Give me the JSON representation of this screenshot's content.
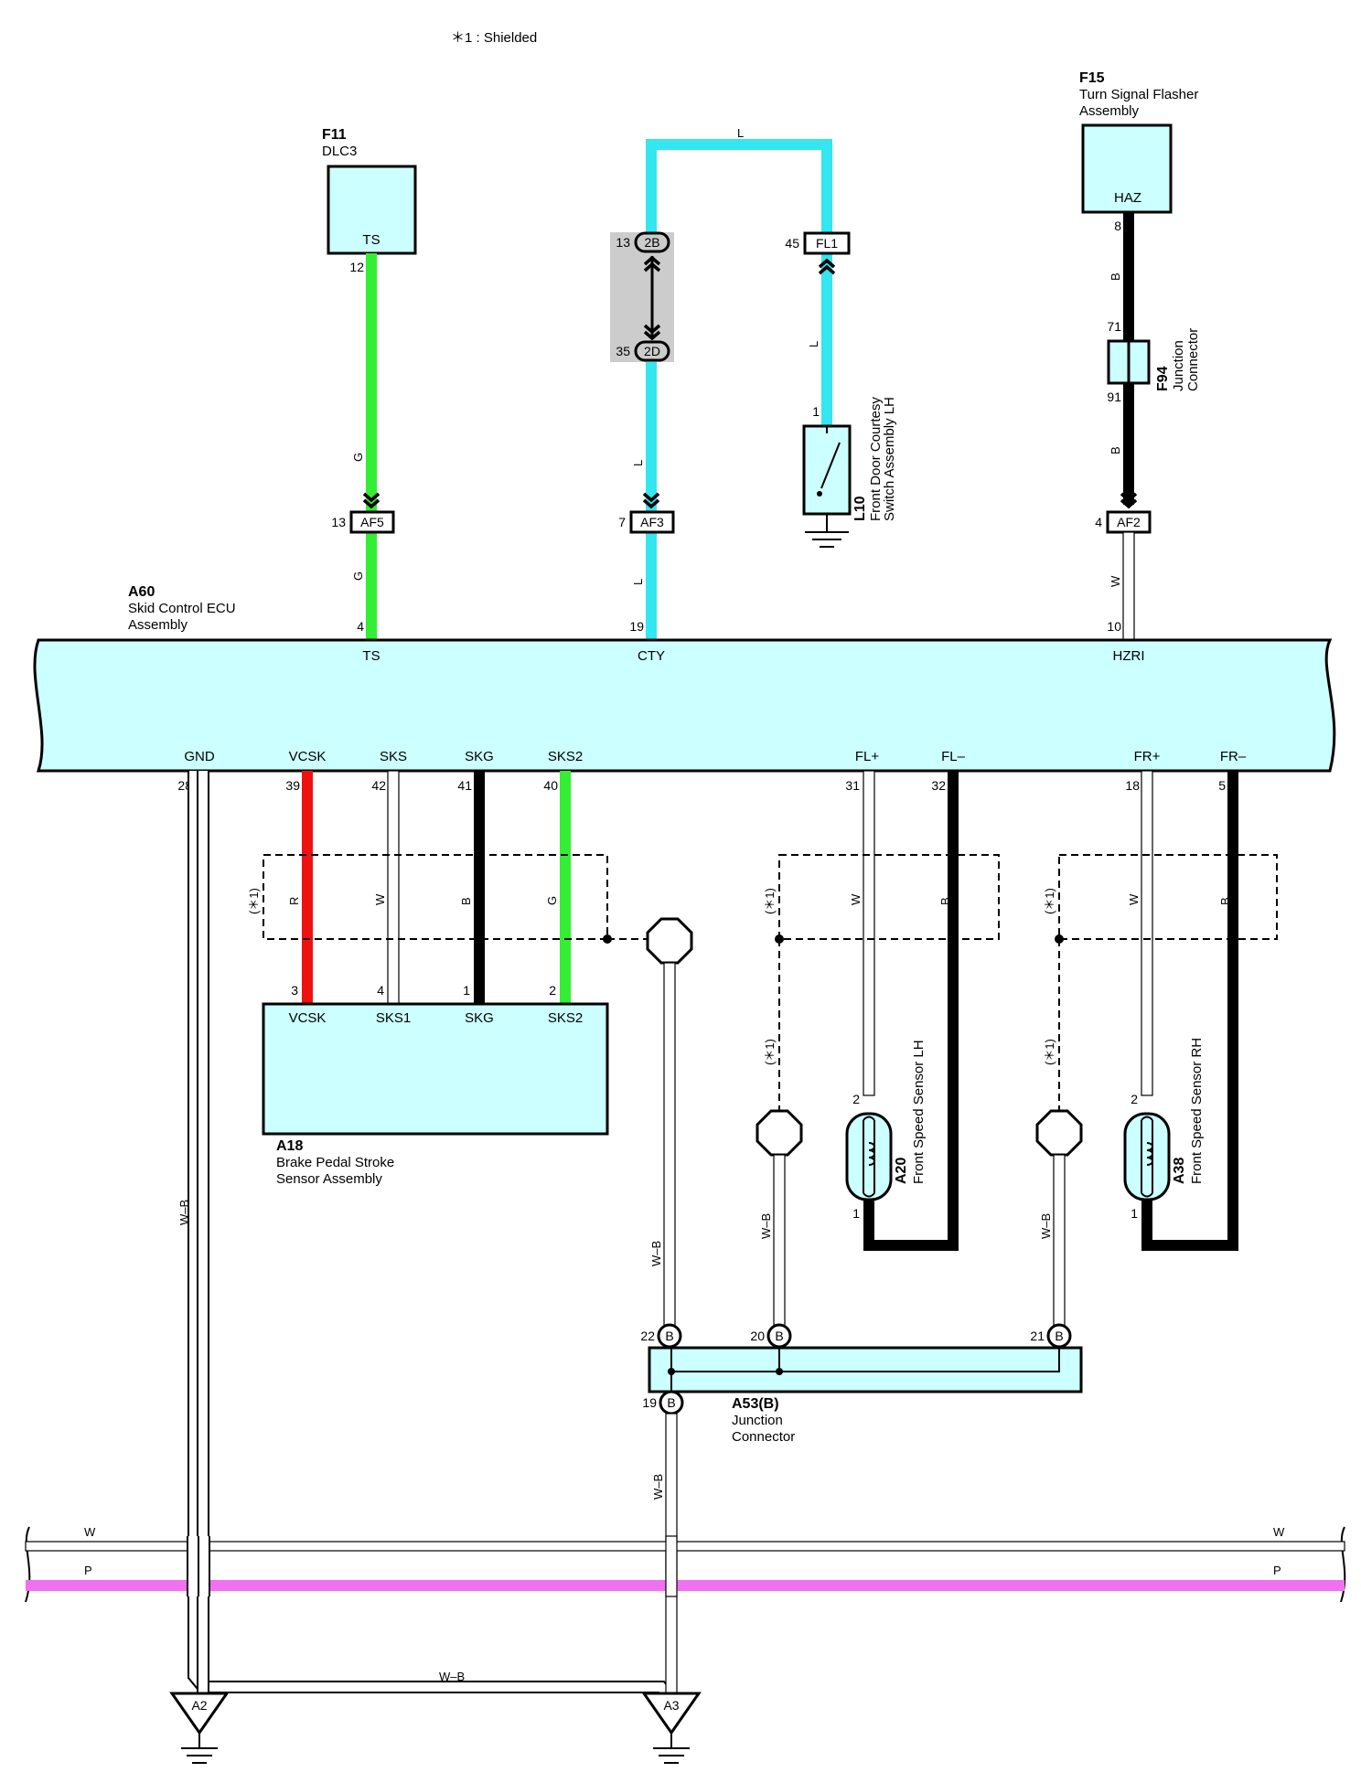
{
  "note": "＊1 :  Shielded",
  "components": {
    "f11": {
      "code": "F11",
      "name": "DLC3",
      "pin_label": "TS",
      "pin": "12"
    },
    "f15": {
      "code": "F15",
      "name1": "Turn Signal Flasher",
      "name2": "Assembly",
      "pin_label": "HAZ",
      "pin": "8"
    },
    "f94": {
      "code": "F94",
      "name1": "Junction",
      "name2": "Connector",
      "pin_in": "71",
      "pin_out": "91"
    },
    "l10": {
      "code": "L10",
      "name1": "Front Door Courtesy",
      "name2": "Switch Assembly LH",
      "pin": "1"
    },
    "a60": {
      "code": "A60",
      "name1": "Skid Control ECU",
      "name2": "Assembly",
      "top_pins": [
        {
          "label": "TS",
          "pin": "4"
        },
        {
          "label": "CTY",
          "pin": "19"
        },
        {
          "label": "HZRI",
          "pin": "10"
        }
      ],
      "bottom_pins": [
        {
          "label": "GND",
          "pin": "28"
        },
        {
          "label": "VCSK",
          "pin": "39"
        },
        {
          "label": "SKS",
          "pin": "42"
        },
        {
          "label": "SKG",
          "pin": "41"
        },
        {
          "label": "SKS2",
          "pin": "40"
        },
        {
          "label": "FL+",
          "pin": "31"
        },
        {
          "label": "FL–",
          "pin": "32"
        },
        {
          "label": "FR+",
          "pin": "18"
        },
        {
          "label": "FR–",
          "pin": "5"
        }
      ]
    },
    "a18": {
      "code": "A18",
      "name1": "Brake Pedal Stroke",
      "name2": "Sensor Assembly",
      "pins": [
        {
          "label": "VCSK",
          "pin": "3"
        },
        {
          "label": "SKS1",
          "pin": "4"
        },
        {
          "label": "SKG",
          "pin": "1"
        },
        {
          "label": "SKS2",
          "pin": "2"
        }
      ]
    },
    "a20": {
      "code": "A20",
      "name": "Front Speed Sensor LH",
      "pin_top": "2",
      "pin_bottom": "1"
    },
    "a38": {
      "code": "A38",
      "name": "Front Speed Sensor RH",
      "pin_top": "2",
      "pin_bottom": "1"
    },
    "a53": {
      "code": "A53(B)",
      "name1": "Junction",
      "name2": "Connector",
      "letter": "B",
      "pins": [
        "22",
        "20",
        "21",
        "19"
      ]
    }
  },
  "connectors": {
    "af5": {
      "label": "AF5",
      "pin": "13"
    },
    "af3": {
      "label": "AF3",
      "pin": "7"
    },
    "af2": {
      "label": "AF2",
      "pin": "4"
    },
    "fl1": {
      "label": "FL1",
      "pin": "45"
    },
    "j2b": {
      "label": "2B",
      "pin": "13"
    },
    "j2d": {
      "label": "2D",
      "pin": "35"
    }
  },
  "grounds": {
    "a2": "A2",
    "a3": "A3"
  },
  "shield_note": "(＊1)",
  "wire_colors": {
    "G": "#33ee33",
    "L": "#33e6f0",
    "B": "#000000",
    "W": "#ffffff",
    "R": "#ee1111",
    "WB": "#ffffff",
    "P": "#f070f0",
    "labels": {
      "G": "G",
      "L": "L",
      "B": "B",
      "W": "W",
      "R": "R",
      "WB": "W–B",
      "P": "P"
    }
  },
  "palette": {
    "component_fill": "#ccffff",
    "junction_fill": "#cccccc"
  }
}
